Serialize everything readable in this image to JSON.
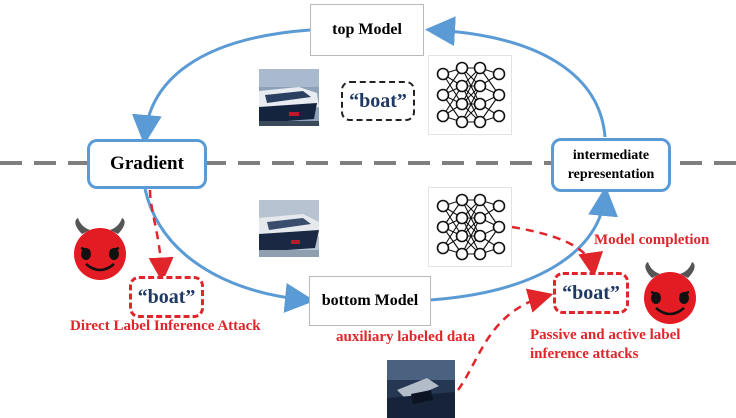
{
  "nodes": {
    "top_model": "top Model",
    "bottom_model": "bottom Model",
    "gradient": "Gradient",
    "intermediate": [
      "intermediate",
      "representation"
    ]
  },
  "labels": {
    "boat_top": "“boat”",
    "boat_left": "“boat”",
    "boat_right": "“boat”"
  },
  "annotations": {
    "direct_attack": "Direct Label Inference Attack",
    "model_completion": "Model completion",
    "auxiliary": "auxiliary labeled data",
    "passive_active": [
      "Passive and active label",
      "inference attacks"
    ]
  },
  "colors": {
    "blue": "#5b9bd5",
    "red": "#e0262b",
    "gray_line": "#7f7f7f",
    "label_blue": "#1f3864"
  },
  "icons": [
    "devil-face-icon",
    "neural-network-icon",
    "boat-image"
  ]
}
